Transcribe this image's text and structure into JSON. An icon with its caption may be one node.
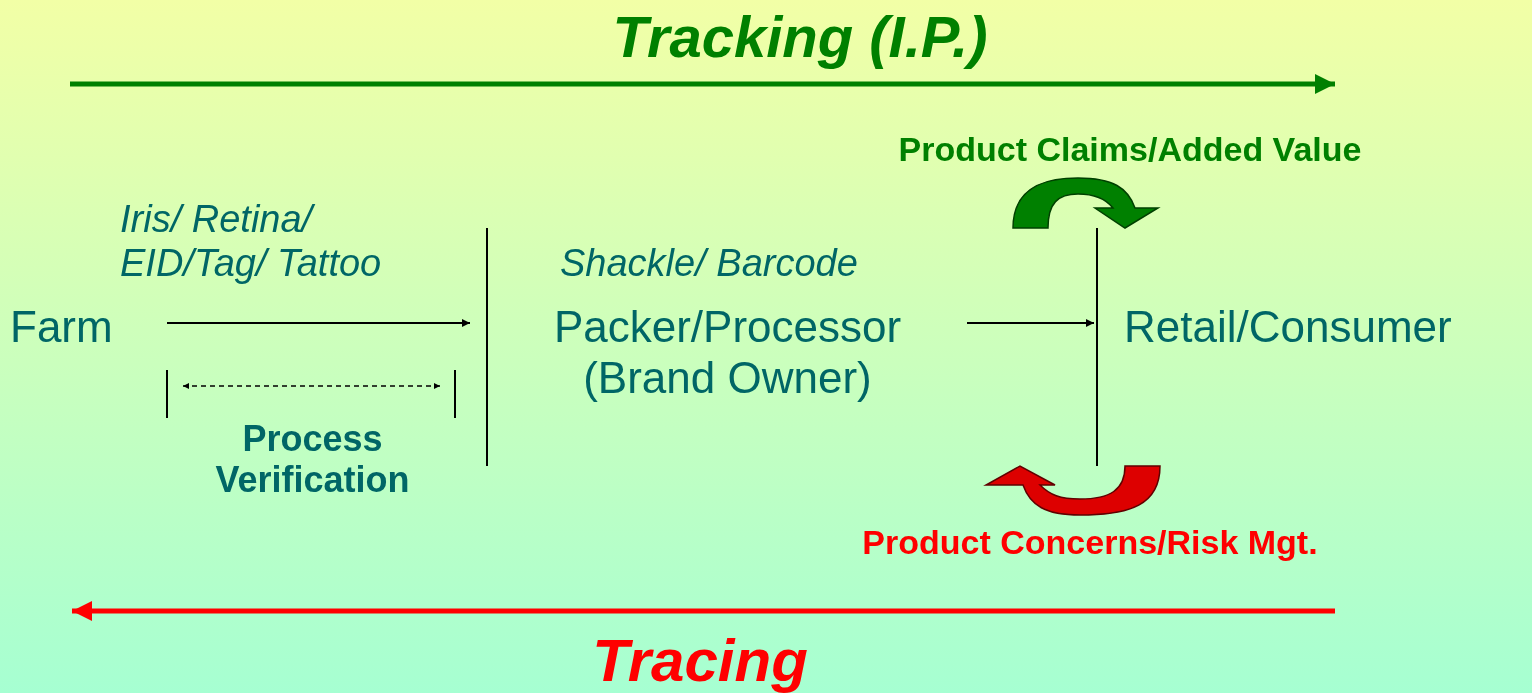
{
  "diagram": {
    "nodes": [
      {
        "text": [
          "Farm"
        ]
      },
      {
        "text": [
          "Packer/Processor (Brand Owner)"
        ],
        "beside": [
          "Shackle/ Barcode"
        ]
      },
      {
        "text": [
          "Retail/Consumer"
        ]
      }
    ],
    "edges": [
      {
        "from": 0,
        "to": 1,
        "arrow": "to",
        "label": "Iris/ Retina/ EID/Tag/ Tattoo"
      },
      {
        "from": 1,
        "to": 2,
        "arrow": "to"
      }
    ],
    "labels": [
      "Tracking (I.P.)",
      "Product Claims/Added Value",
      "Process Verification",
      "Product Concerns/Risk Mgt.",
      "Tracing"
    ]
  }
}
